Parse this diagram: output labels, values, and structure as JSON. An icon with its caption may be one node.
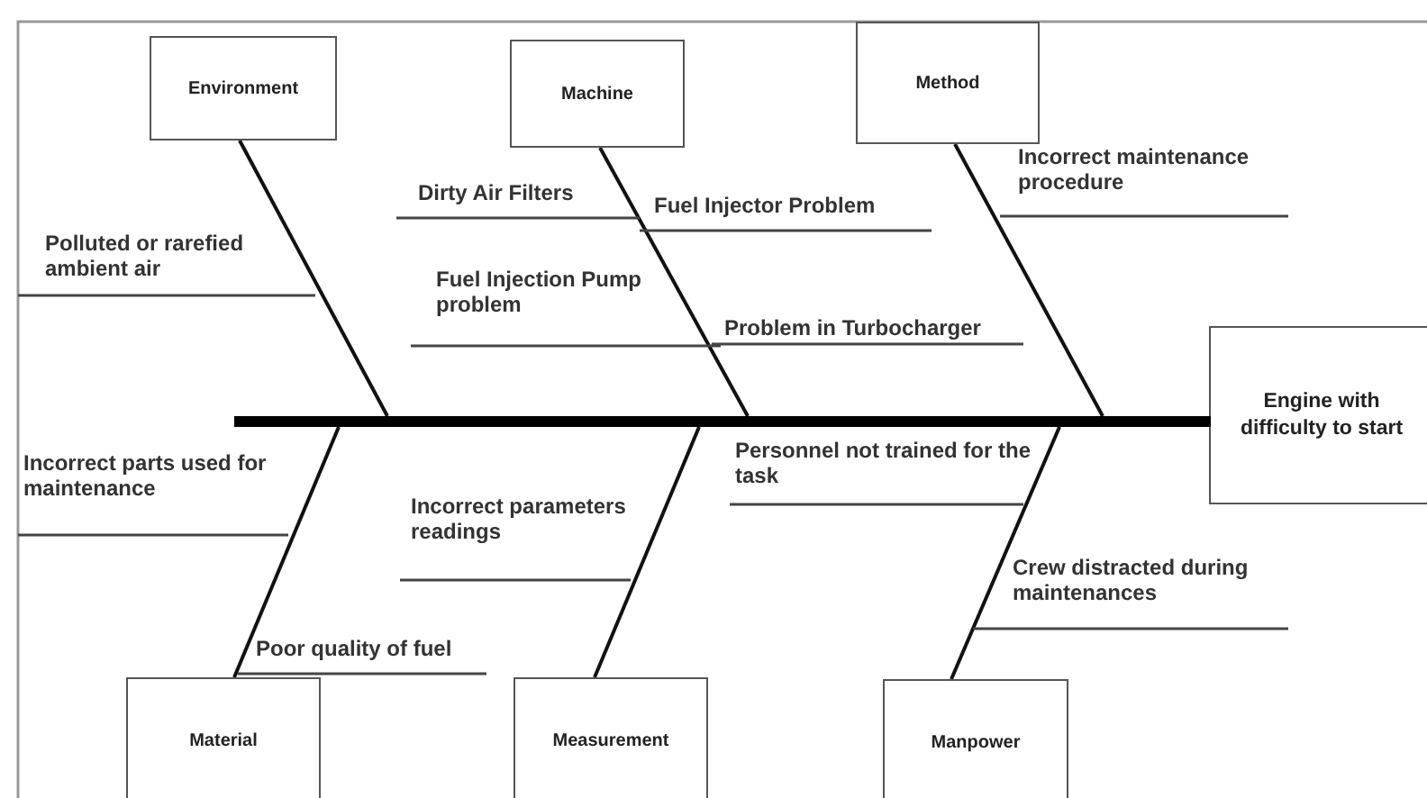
{
  "diagram": {
    "nodes": [
      {
        "text": [
          "Environment"
        ]
      },
      {
        "text": [
          "Machine"
        ]
      },
      {
        "text": [
          "Method"
        ]
      },
      {
        "text": [
          "Engine with difficulty to start"
        ]
      },
      {
        "text": [
          "Material"
        ]
      },
      {
        "text": [
          "Measurement"
        ]
      },
      {
        "text": [
          "Manpower"
        ]
      },
      {
        "text": [],
        "shape": "bar"
      }
    ],
    "edges": [
      {
        "from": 0,
        "to": 7,
        "arrow": "none"
      },
      {
        "from": 1,
        "to": 7,
        "arrow": "none"
      },
      {
        "from": 2,
        "to": 7,
        "arrow": "none"
      },
      {
        "from": 4,
        "to": 7,
        "arrow": "none"
      },
      {
        "from": 5,
        "to": 7,
        "arrow": "none"
      },
      {
        "from": 6,
        "to": 7,
        "arrow": "none"
      }
    ],
    "labels": [
      "Polluted or rarefied ambient air",
      "Dirty Air Filters",
      "Fuel Injector Problem",
      "Fuel Injection Pump problem",
      "Problem in Turbocharger",
      "Incorrect maintenance procedure",
      "Incorrect parts used for maintenance",
      "Incorrect parameters readings",
      "Poor quality of fuel",
      "Personnel not trained for the task",
      "Crew distracted during maintenances"
    ]
  }
}
